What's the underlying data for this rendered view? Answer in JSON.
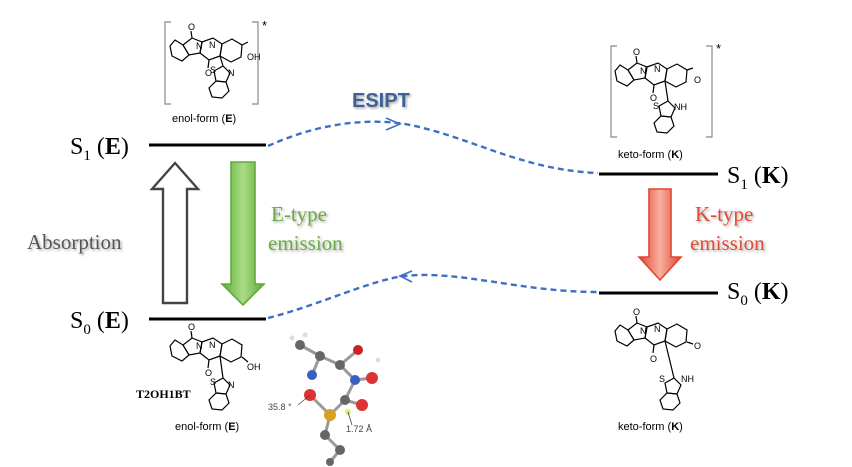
{
  "states": {
    "s1_enol": {
      "letter": "S",
      "sub": "1",
      "form": "E"
    },
    "s0_enol": {
      "letter": "S",
      "sub": "0",
      "form": "E"
    },
    "s1_keto": {
      "letter": "S",
      "sub": "1",
      "form": "K"
    },
    "s0_keto": {
      "letter": "S",
      "sub": "0",
      "form": "K"
    }
  },
  "labels": {
    "esipt": "ESIPT",
    "absorption": "Absorption",
    "e_emission_line1": "E-type",
    "e_emission_line2": "emission",
    "k_emission_line1": "K-type",
    "k_emission_line2": "emission",
    "compound": "T2OH1BT",
    "angle": "35.8 °",
    "distance": "1.72 Å"
  },
  "captions": {
    "enol_excited": {
      "text": "enol-form (",
      "bold": "E",
      "end": ")"
    },
    "keto_excited": {
      "text": "keto-form (",
      "bold": "K",
      "end": ")"
    },
    "enol_ground": {
      "text": "enol-form (",
      "bold": "E",
      "end": ")"
    },
    "keto_ground": {
      "text": "keto-form (",
      "bold": "K",
      "end": ")"
    }
  },
  "atoms": {
    "o": "O",
    "n": "N",
    "s": "S",
    "oh": "OH",
    "nh": "NH",
    "star": "*"
  },
  "colors": {
    "dashed": "#3f6fc4",
    "esipt_text": "#3f5f97",
    "absorption_text": "#555555",
    "e_arrow_light": "#a9dc84",
    "e_arrow_dark": "#5fab3a",
    "e_text": "#6aaa3f",
    "k_arrow_light": "#f7b0a0",
    "k_arrow_dark": "#e0462f",
    "k_text": "#e24a33"
  }
}
